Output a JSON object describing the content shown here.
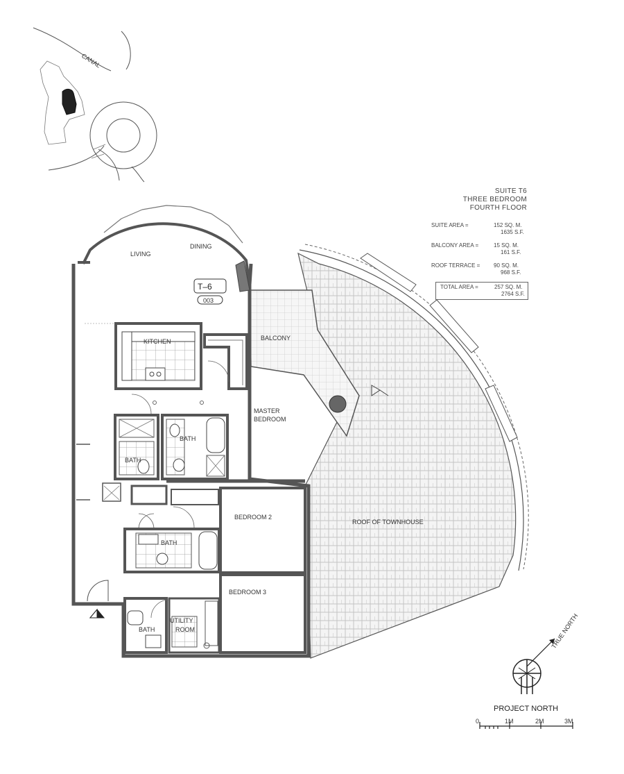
{
  "keyplan": {
    "canal_label": "CANAL"
  },
  "suite": {
    "title": "SUITE T6",
    "type": "THREE BEDROOM",
    "floor": "FOURTH FLOOR",
    "areas": [
      {
        "label": "SUITE AREA =",
        "metric": "152 SQ. M.",
        "imperial": "1635 S.F."
      },
      {
        "label": "BALCONY AREA =",
        "metric": "15 SQ. M.",
        "imperial": "161 S.F."
      },
      {
        "label": "ROOF TERRACE =",
        "metric": "90 SQ. M.",
        "imperial": "968 S.F."
      }
    ],
    "total": {
      "label": "TOTAL AREA =",
      "metric": "257 SQ. M.",
      "imperial": "2764 S.F."
    }
  },
  "unit_tag": {
    "name": "T–6",
    "number": "003"
  },
  "rooms": {
    "living": "LIVING",
    "dining": "DINING",
    "kitchen": "KITCHEN",
    "balcony": "BALCONY",
    "master_1": "MASTER",
    "master_2": "BEDROOM",
    "bath_a": "BATH",
    "bath_b": "BATH",
    "bath_c": "BATH",
    "bath_d": "BATH",
    "bedroom2": "BEDROOM 2",
    "bedroom3": "BEDROOM 3",
    "utility_1": "UTILITY",
    "utility_2": "ROOM",
    "roof": "ROOF OF TOWNHOUSE"
  },
  "north": {
    "true_north": "TRUE NORTH",
    "project_north": "PROJECT NORTH"
  },
  "scale": {
    "zero": "0",
    "m1": "1M",
    "m2": "2M",
    "m3": "3M"
  },
  "colors": {
    "wall": "#555555",
    "wall_dark": "#333333",
    "line": "#444444",
    "hatch": "#cfcfcf",
    "keyplan_fill": "#222222"
  }
}
